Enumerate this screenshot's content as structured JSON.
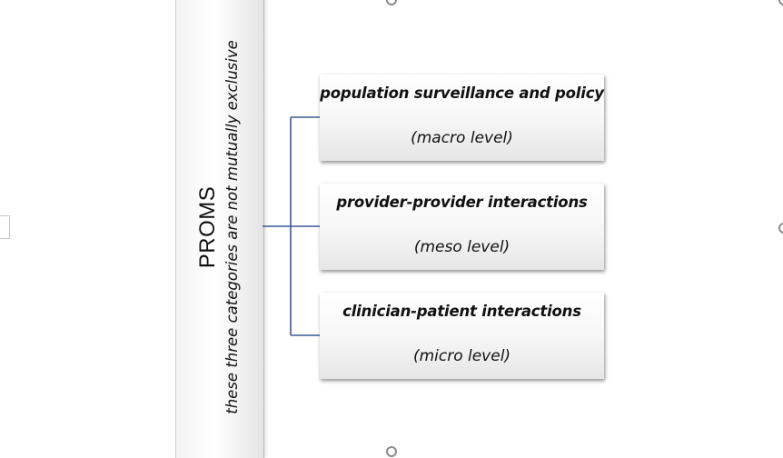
{
  "proms": {
    "title": "PROMS",
    "subtitle": "these three categories are not mutually exclusive"
  },
  "categories": [
    {
      "title": "population surveillance and policy",
      "level": "(macro level)"
    },
    {
      "title": "provider-provider interactions",
      "level": "(meso level)"
    },
    {
      "title": "clinician-patient interactions",
      "level": "(micro level)"
    }
  ],
  "colors": {
    "connector": "#3a5a96",
    "box_shadow": "#7f7f7f"
  }
}
